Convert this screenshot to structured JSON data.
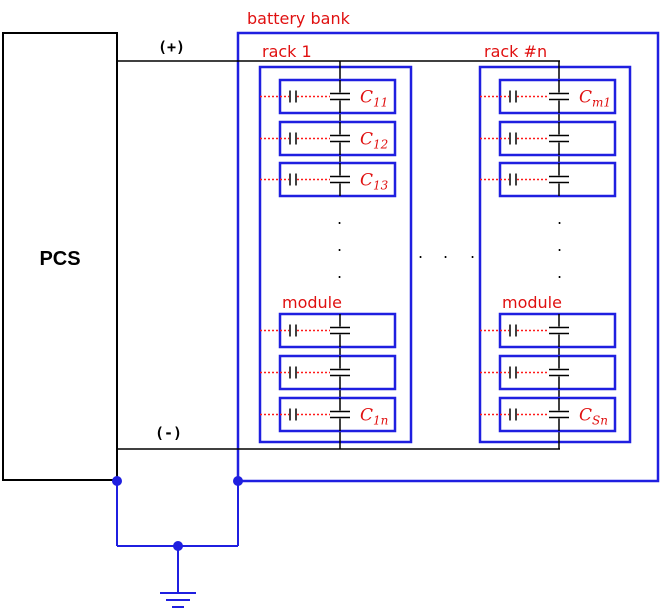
{
  "pcs": {
    "label": "PCS"
  },
  "bank": {
    "label": "battery bank"
  },
  "polarity": {
    "positive": "(+)",
    "negative": "(-)"
  },
  "racks": [
    {
      "label": "rack 1",
      "module_label": "module",
      "top_caps": [
        {
          "base": "C",
          "sub": "11"
        },
        {
          "base": "C",
          "sub": "12"
        },
        {
          "base": "C",
          "sub": "13"
        }
      ],
      "bottom_caps": [
        {
          "base": "",
          "sub": ""
        },
        {
          "base": "",
          "sub": ""
        },
        {
          "base": "C",
          "sub": "1n"
        }
      ]
    },
    {
      "label": "rack #n",
      "module_label": "module",
      "top_caps": [
        {
          "base": "C",
          "sub": "m1"
        },
        {
          "base": "",
          "sub": ""
        },
        {
          "base": "",
          "sub": ""
        }
      ],
      "bottom_caps": [
        {
          "base": "",
          "sub": ""
        },
        {
          "base": "",
          "sub": ""
        },
        {
          "base": "C",
          "sub": "Sn"
        }
      ]
    }
  ],
  "colors": {
    "wire": "#000000",
    "frame": "#1f1fe0",
    "parasitic": "#ff1a1a",
    "label": "#e01010"
  }
}
